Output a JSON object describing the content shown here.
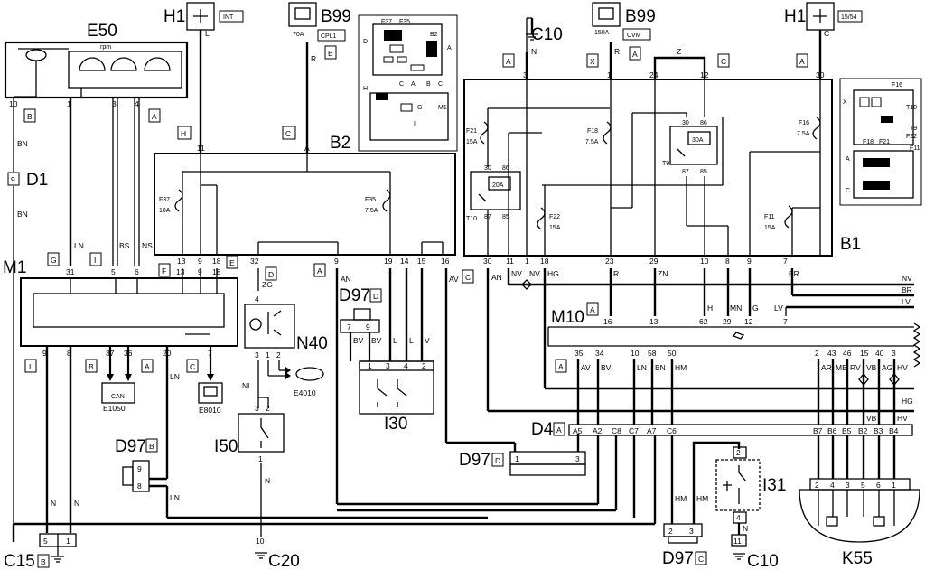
{
  "components": {
    "E50": "E50",
    "M1": "M1",
    "B2": "B2",
    "B1": "B1",
    "N40": "N40",
    "I30": "I30",
    "I50": "I50",
    "D1": "D1",
    "M10": "M10",
    "D4": "D4",
    "I31": "I31",
    "K55": "K55",
    "H1_left": "H1",
    "H1_right": "H1",
    "B99_left": "B99",
    "B99_right": "B99",
    "C10_top": "C10",
    "C10_bottom": "C10",
    "C15": "C15",
    "C20": "C20",
    "D97_top": "D97",
    "D97_left": "D97",
    "D97_mid": "D97",
    "D97_bottom": "D97",
    "E1050": "E1050",
    "E8010": "E8010",
    "E4010": "E4010"
  },
  "supply_tags": {
    "int": "INT",
    "cpl1": "CPL1",
    "cvm": "CVM",
    "ign1554": "15/54",
    "fuse_70a": "70A",
    "fuse_150a": "150A"
  },
  "connector_letters": {
    "e50_b": "B",
    "e50_a": "A",
    "m1_g": "G",
    "m1_i": "I",
    "m1_f": "F",
    "m1_e": "E",
    "m1_i2": "I",
    "m1_b": "B",
    "m1_a": "A",
    "m1_c": "C",
    "b2_h": "H",
    "b2_c": "C",
    "b2_d": "D",
    "b2_a": "A",
    "b2_c2": "C",
    "h1l_l": "L",
    "b99l_r": "R",
    "b99l_b": "B",
    "c10_a": "A",
    "c10_n": "N",
    "b99r_x": "X",
    "b99r_r": "R",
    "b99r_a": "A",
    "z_c": "C",
    "z": "Z",
    "h1r_c": "C",
    "h1r_a": "A",
    "d97_d": "D",
    "d97_b": "B",
    "m10_a": "A",
    "m10_a2": "A",
    "d4_a": "A",
    "d97c": "C",
    "d97d": "D",
    "c15_b": "B"
  },
  "fuses": {
    "f37": "F37",
    "f37v": "10A",
    "f35": "F35",
    "f35v": "7.5A",
    "f21": "F21",
    "f21v": "15A",
    "f18": "F18",
    "f18v": "7.5A",
    "f22": "F22",
    "f22v": "15A",
    "f11": "F11",
    "f11v": "15A",
    "f16": "F16",
    "f16v": "7.5A",
    "r20a": "20A",
    "r30a": "30A",
    "t10": "T10",
    "t9": "T9"
  },
  "wire_colors": {
    "bn": "BN",
    "bn2": "BN",
    "ln": "LN",
    "bs": "BS",
    "ns": "NS",
    "zg": "ZG",
    "nl": "NL",
    "an": "AN",
    "bv": "BV",
    "l": "L",
    "v": "V",
    "av": "AV",
    "n": "N",
    "nv": "NV",
    "hg": "HG",
    "r": "R",
    "zn": "ZN",
    "h": "H",
    "mn": "MN",
    "g": "G",
    "br": "BR",
    "lv": "LV",
    "nv_r": "NV",
    "br_r": "BR",
    "lv_r": "LV",
    "hg_r": "HG",
    "hm": "HM",
    "ar": "AR",
    "mb": "MB",
    "rv": "RV",
    "vb": "VB",
    "ag": "AG",
    "hv": "HV",
    "ln2": "LN",
    "n2": "N",
    "n3": "N",
    "n4": "N",
    "bv2": "BV",
    "l2": "L",
    "v2": "V",
    "av2": "AV",
    "ln3": "LN",
    "bn3": "BN",
    "hm2": "HM",
    "hm3": "HM",
    "vb2": "VB",
    "hv2": "HV",
    "n5": "N"
  },
  "pins": {
    "e50": [
      "10",
      "1",
      "3",
      "4"
    ],
    "b2_top": [
      "11",
      "A"
    ],
    "b2_bot": [
      "13",
      "9",
      "18",
      "32",
      "9",
      "19",
      "14",
      "15",
      "16"
    ],
    "m1_top": [
      "31",
      "5",
      "6",
      "13",
      "9",
      "18"
    ],
    "m1_bot": [
      "9",
      "8",
      "37",
      "36",
      "20",
      "7"
    ],
    "b1_top": [
      "3",
      "1",
      "24",
      "12",
      "30"
    ],
    "b1_bot": [
      "30",
      "11",
      "1",
      "18",
      "23",
      "29",
      "10",
      "8",
      "9",
      "7"
    ],
    "relay20": [
      "30",
      "86",
      "87",
      "85"
    ],
    "relay30": [
      "30",
      "86",
      "87",
      "85"
    ],
    "m10_top": [
      "16",
      "13",
      "62",
      "29",
      "12",
      "7"
    ],
    "m10_bot": [
      "35",
      "34",
      "10",
      "58",
      "50",
      "2",
      "43",
      "46",
      "15",
      "40",
      "3"
    ],
    "d4": [
      "A5",
      "A2",
      "C8",
      "C7",
      "A7",
      "C6",
      "B7",
      "B6",
      "B5",
      "B2",
      "B3",
      "B4"
    ],
    "n40": [
      "4",
      "3",
      "1",
      "2"
    ],
    "i50": [
      "3",
      "2",
      "1"
    ],
    "i30": [
      "7",
      "9",
      "1",
      "3",
      "4",
      "2"
    ],
    "d97_b": [
      "9",
      "8"
    ],
    "d97_d": [
      "1",
      "3"
    ],
    "d97_c": [
      "2",
      "3"
    ],
    "i31": [
      "2",
      "4"
    ],
    "k55": [
      "2",
      "4",
      "3",
      "5",
      "6",
      "1"
    ],
    "c15": [
      "5",
      "1"
    ],
    "c20": "10",
    "c10b": "11",
    "inset_b2": [
      "F37",
      "F35",
      "D",
      "B2",
      "A",
      "C",
      "A",
      "B",
      "C",
      "H",
      "G",
      "M1",
      "I"
    ],
    "inset_b1": [
      "F16",
      "X",
      "T10",
      "T9",
      "F22",
      "F11",
      "F18",
      "F21",
      "A",
      "C"
    ],
    "e50_rpm": "rpm",
    "can": "CAN"
  }
}
